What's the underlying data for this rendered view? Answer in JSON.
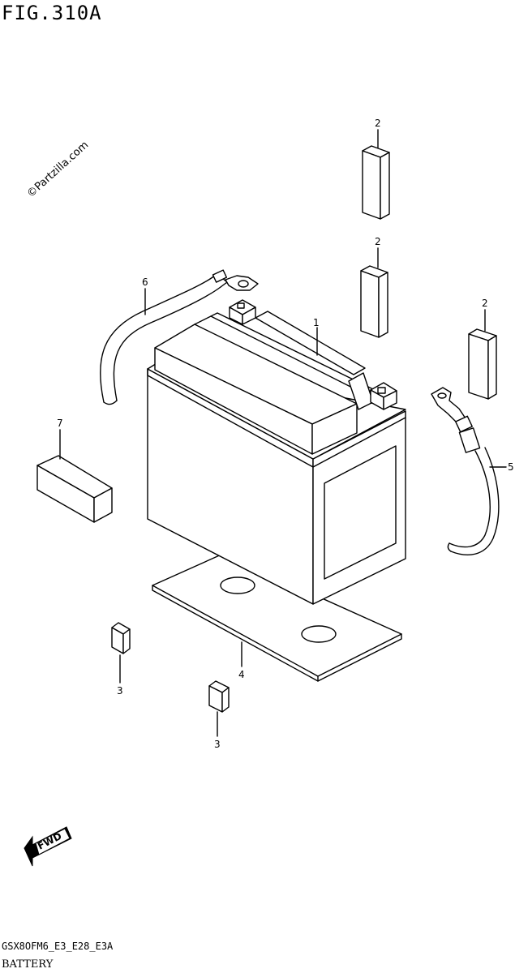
{
  "header": {
    "figure_title": "FIG.310A"
  },
  "watermark": {
    "text": "©Partzilla.com"
  },
  "callouts": {
    "battery": "1",
    "pad_top": "2",
    "pad_middle": "2",
    "pad_right": "2",
    "cushion_left": "3",
    "cushion_center": "3",
    "plate": "4",
    "plus_cable": "5",
    "minus_cable": "6",
    "spacer": "7"
  },
  "fwd_arrow": {
    "label": "FWD",
    "icon": "fwd-arrow-icon"
  },
  "footer": {
    "model_code": "GSX8OFM6_E3_E28_E3A",
    "section_name": "BATTERY"
  }
}
